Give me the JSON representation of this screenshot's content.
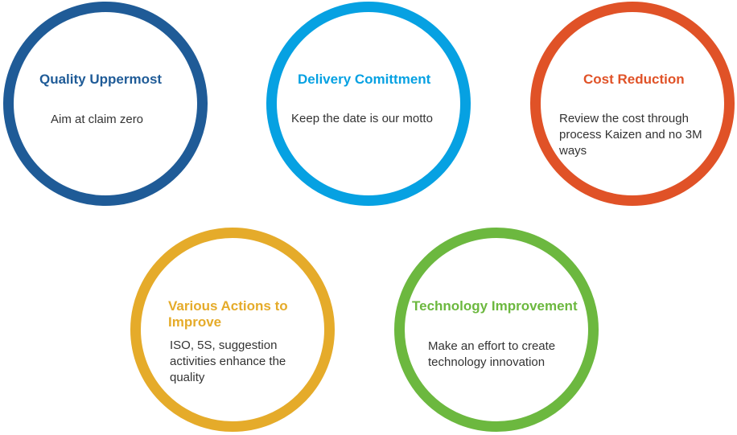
{
  "colors": {
    "quality": "#1f5b97",
    "delivery": "#06a1e2",
    "cost": "#e05227",
    "actions": "#e5ab2a",
    "technology": "#6cb83f"
  },
  "circles": [
    {
      "key": "quality",
      "title": "Quality Uppermost",
      "body": "Aim at claim zero"
    },
    {
      "key": "delivery",
      "title": "Delivery Comittment",
      "body": "Keep the date is our motto"
    },
    {
      "key": "cost",
      "title": "Cost Reduction",
      "body": "Review the cost through\nprocess Kaizen and no 3M\nways"
    },
    {
      "key": "actions",
      "title": "Various Actions to\nImprove",
      "body": "ISO, 5S, suggestion\nactivities enhance the\nquality"
    },
    {
      "key": "technology",
      "title": "Technology Improvement",
      "body": "Make an effort to create\ntechnology innovation"
    }
  ]
}
